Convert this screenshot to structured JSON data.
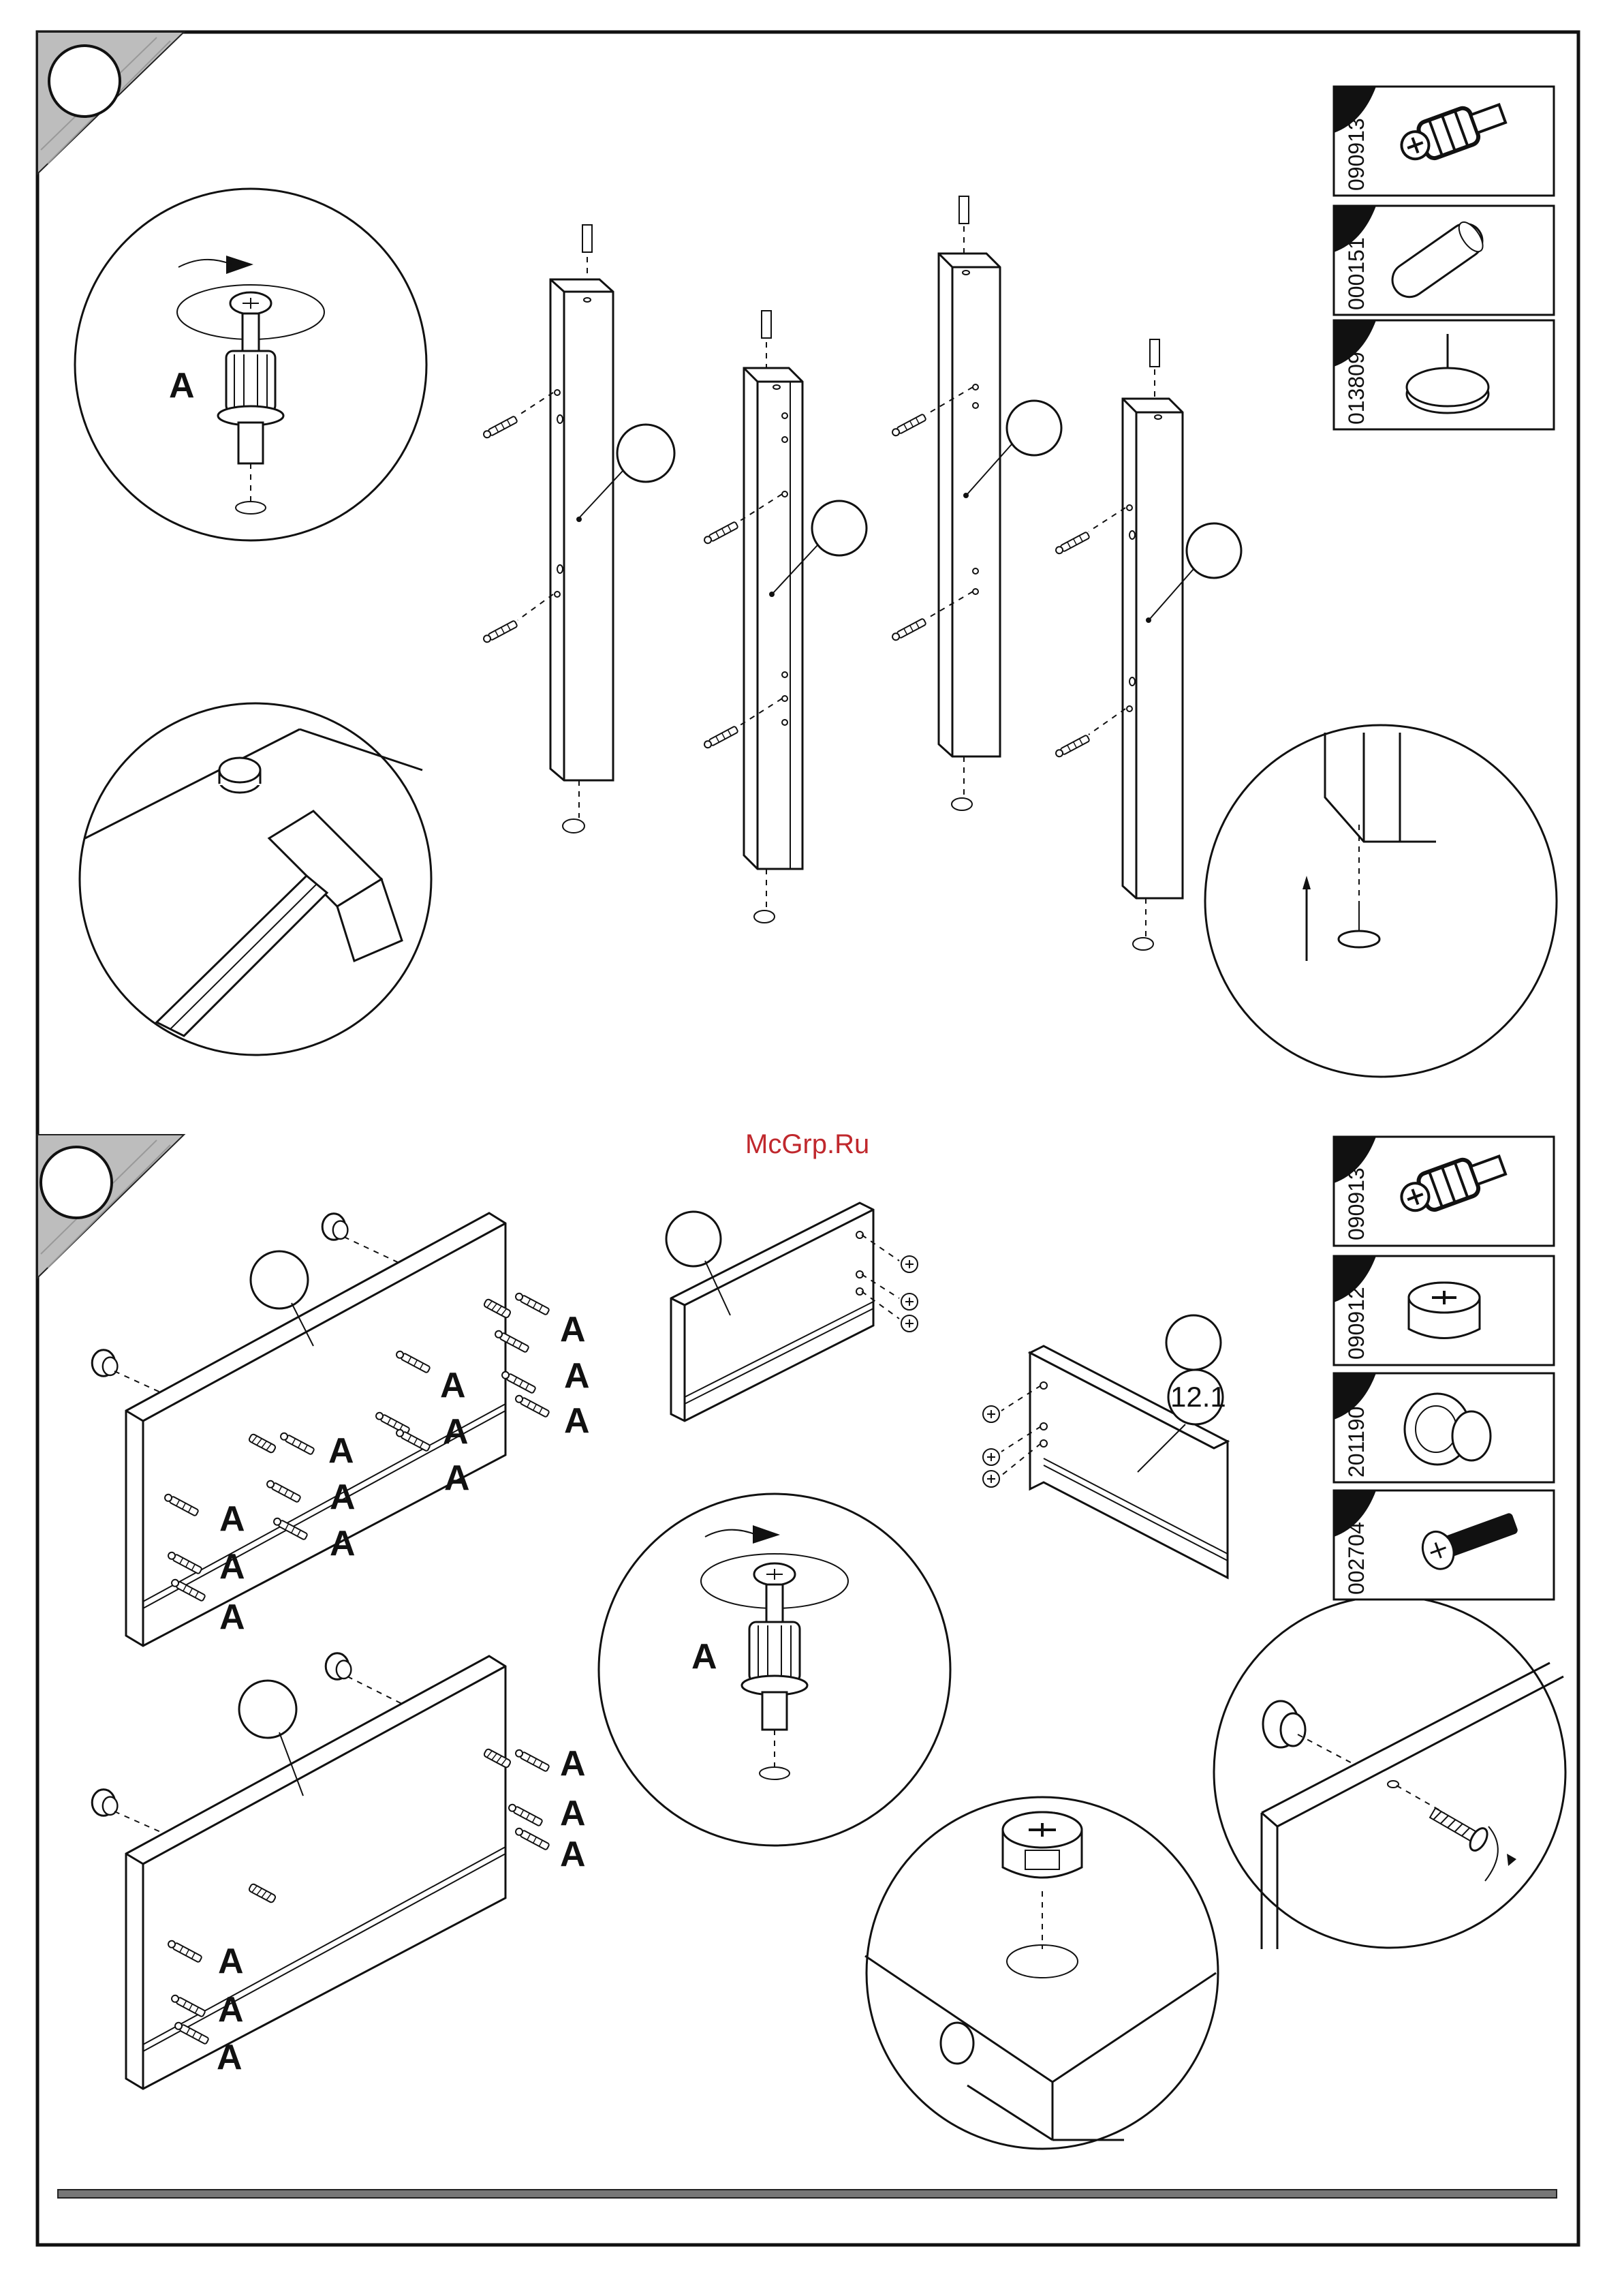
{
  "watermark": "McGrp.Ru",
  "step1": {
    "part_codes": [
      "090913",
      "000151",
      "013809"
    ],
    "callout_labels": [
      "A"
    ]
  },
  "step2": {
    "part_codes": [
      "090913",
      "090912",
      "201190",
      "002704"
    ],
    "panel_number": "12.1",
    "fitting_label": "A"
  },
  "colors": {
    "ink": "#111111",
    "watermark": "#c0282d",
    "rule": "#777777"
  }
}
